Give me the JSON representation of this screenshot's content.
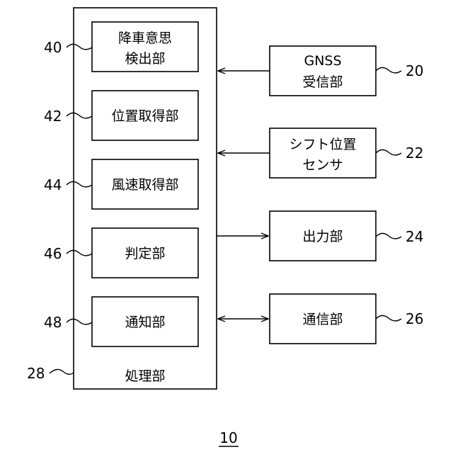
{
  "diagram": {
    "processing_unit": {
      "ref": "28",
      "label": "処理部"
    },
    "modules": [
      {
        "ref": "40",
        "lines": [
          "降車意思",
          "検出部"
        ]
      },
      {
        "ref": "42",
        "lines": [
          "位置取得部"
        ]
      },
      {
        "ref": "44",
        "lines": [
          "風速取得部"
        ]
      },
      {
        "ref": "46",
        "lines": [
          "判定部"
        ]
      },
      {
        "ref": "48",
        "lines": [
          "通知部"
        ]
      }
    ],
    "devices": [
      {
        "ref": "20",
        "lines": [
          "GNSS",
          "受信部"
        ],
        "direction": "to-processing"
      },
      {
        "ref": "22",
        "lines": [
          "シフト位置",
          "センサ"
        ],
        "direction": "to-processing"
      },
      {
        "ref": "24",
        "lines": [
          "出力部"
        ],
        "direction": "from-processing"
      },
      {
        "ref": "26",
        "lines": [
          "通信部"
        ],
        "direction": "bidirectional"
      }
    ],
    "figure_number": "10"
  }
}
